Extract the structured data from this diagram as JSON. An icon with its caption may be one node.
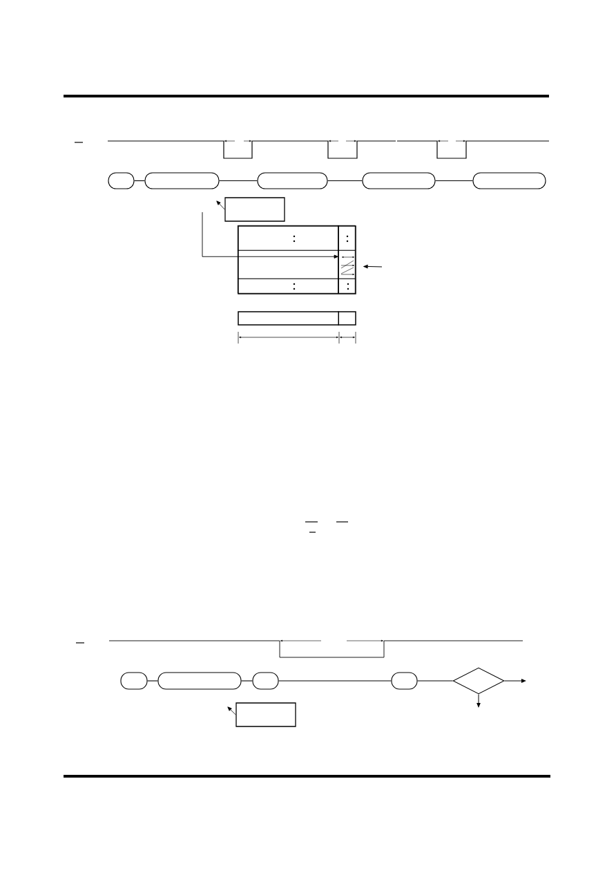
{
  "diagram": {
    "nodes": [
      {
        "text": [],
        "shape": "capsule"
      },
      {
        "text": [],
        "shape": "capsule"
      },
      {
        "text": [],
        "shape": "capsule"
      },
      {
        "text": [],
        "shape": "capsule"
      },
      {
        "text": [],
        "shape": "capsule"
      },
      {
        "text": [],
        "shape": "box"
      },
      {
        "text": [],
        "shape": "table"
      },
      {
        "text": [],
        "shape": "box",
        "in": 6
      },
      {
        "text": [],
        "shape": "box",
        "in": 6
      },
      {
        "text": [],
        "shape": "box",
        "in": 6
      },
      {
        "text": [],
        "shape": "box",
        "in": 6
      },
      {
        "text": [],
        "shape": "box",
        "in": 6
      },
      {
        "text": [],
        "shape": "box",
        "in": 6
      },
      {
        "text": [],
        "shape": "bar"
      },
      {
        "text": [],
        "shape": "capsule"
      },
      {
        "text": [],
        "shape": "capsule"
      },
      {
        "text": [],
        "shape": "capsule"
      },
      {
        "text": [],
        "shape": "capsule"
      },
      {
        "text": [],
        "shape": "diamond"
      },
      {
        "text": [],
        "shape": "box"
      }
    ],
    "edges": [
      {
        "from": 0,
        "to": 1,
        "arrow": "none"
      },
      {
        "from": 1,
        "to": 2,
        "arrow": "none"
      },
      {
        "from": 2,
        "to": 3,
        "arrow": "none"
      },
      {
        "from": 3,
        "to": 4,
        "arrow": "none"
      },
      {
        "from": 5,
        "to": null,
        "arrow": "to"
      },
      {
        "from": null,
        "to": 9,
        "arrow": "to"
      },
      {
        "from": null,
        "to": 10,
        "arrow": "to"
      },
      {
        "from": 14,
        "to": 15,
        "arrow": "none"
      },
      {
        "from": 15,
        "to": 16,
        "arrow": "none"
      },
      {
        "from": 16,
        "to": 17,
        "arrow": "none"
      },
      {
        "from": 17,
        "to": 18,
        "arrow": "none"
      },
      {
        "from": 18,
        "to": null,
        "arrow": "to"
      },
      {
        "from": 18,
        "to": null,
        "arrow": "to"
      },
      {
        "from": 19,
        "to": null,
        "arrow": "to"
      }
    ]
  }
}
